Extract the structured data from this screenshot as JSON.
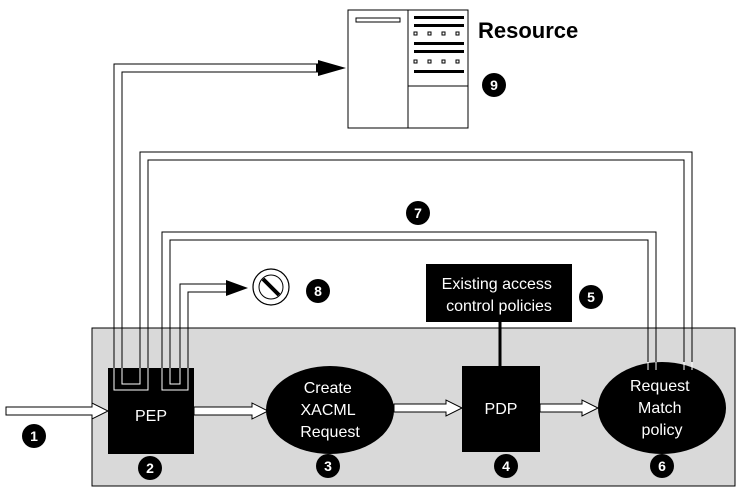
{
  "resource": {
    "label": "Resource",
    "step": "9"
  },
  "pep": {
    "label": "PEP",
    "step": "2"
  },
  "create_request": {
    "lines": [
      "Create",
      "XACML",
      "Request"
    ],
    "step": "3"
  },
  "pdp": {
    "label": "PDP",
    "step": "4"
  },
  "policies": {
    "lines": [
      "Existing access",
      "control policies"
    ],
    "step": "5"
  },
  "match": {
    "lines": [
      "Request",
      "Match",
      "policy"
    ],
    "step": "6"
  },
  "input_step": "1",
  "return_step": "7",
  "deny": {
    "step": "8"
  },
  "colors": {
    "panel": "#d9d9d9",
    "box": "#000000",
    "arrow_fill": "#ffffff"
  }
}
